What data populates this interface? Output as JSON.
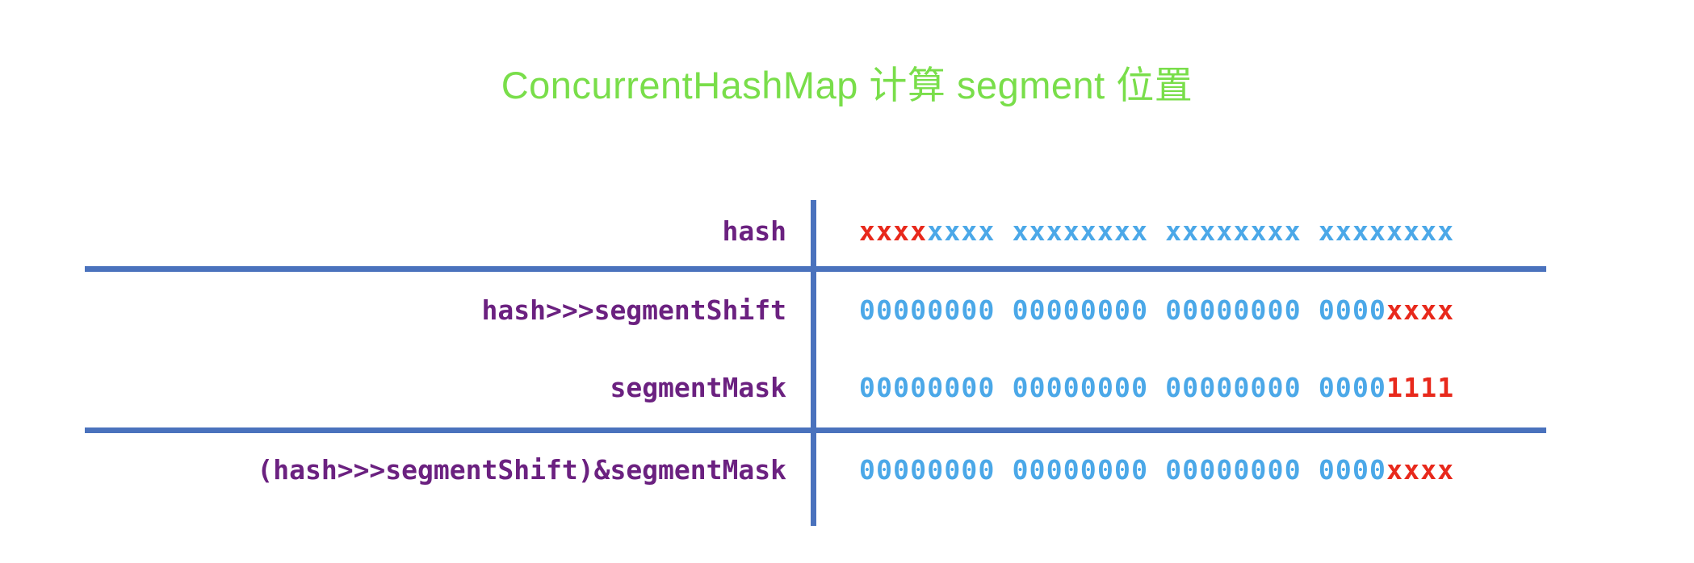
{
  "title": "ConcurrentHashMap 计算 segment 位置",
  "colors": {
    "title_green": "#79DE4A",
    "label_purple": "#6B2180",
    "bits_blue": "#4BA8E8",
    "bits_red": "#E8291C",
    "rule_blue": "#4A72BD",
    "background": "#FFFFFF"
  },
  "diagram": {
    "type": "table",
    "rows": [
      {
        "label": "hash",
        "bits_segments": [
          {
            "text": "xxxx",
            "color": "red"
          },
          {
            "text": "xxxx xxxxxxxx xxxxxxxx xxxxxxxx",
            "color": "blue"
          }
        ],
        "bits_full": "xxxxxxxx xxxxxxxx xxxxxxxx xxxxxxxx"
      },
      {
        "label": "hash>>>segmentShift",
        "bits_segments": [
          {
            "text": "00000000 00000000 00000000 0000",
            "color": "blue"
          },
          {
            "text": "xxxx",
            "color": "red"
          }
        ],
        "bits_full": "00000000 00000000 00000000 0000xxxx"
      },
      {
        "label": "segmentMask",
        "bits_segments": [
          {
            "text": "00000000 00000000 00000000 0000",
            "color": "blue"
          },
          {
            "text": "1111",
            "color": "red"
          }
        ],
        "bits_full": "00000000 00000000 00000000 00001111"
      },
      {
        "label": "(hash>>>segmentShift)&segmentMask",
        "bits_segments": [
          {
            "text": "00000000 00000000 00000000 0000",
            "color": "blue"
          },
          {
            "text": "xxxx",
            "color": "red"
          }
        ],
        "bits_full": "00000000 00000000 00000000 0000xxxx"
      }
    ]
  }
}
